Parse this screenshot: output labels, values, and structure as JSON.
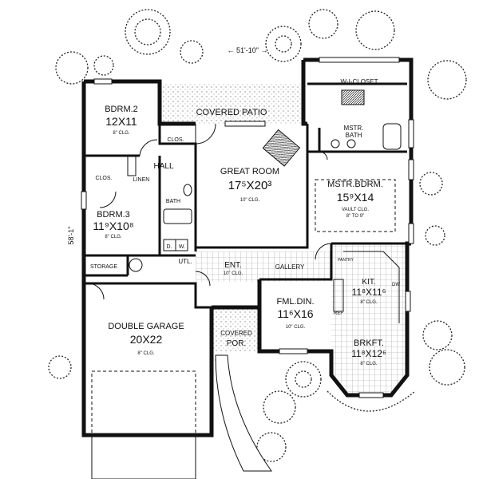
{
  "plan": {
    "overall_width": "← 51'-10\" →",
    "overall_depth": "58'-1\"",
    "rooms": {
      "bdrm2": {
        "name": "BDRM.2",
        "size": "12X11",
        "clg": "8\" CLG."
      },
      "bdrm3": {
        "name": "BDRM.3",
        "size": "11⁹X10⁸",
        "clg": "8\" CLG."
      },
      "covered_patio": {
        "name": "COVERED PATIO"
      },
      "great_room": {
        "name": "GREAT ROOM",
        "size": "17⁵X20³",
        "clg": "10\" CLG."
      },
      "wi_closet": {
        "name": "W-I-CLOSET"
      },
      "mstr_bath": {
        "name": "MSTR.",
        "name2": "BATH"
      },
      "mstr_bdrm": {
        "name": "MSTR.BDRM.",
        "size": "15⁹X14",
        "clg": "VAULT CLG.",
        "clg2": "8\" TO 9\""
      },
      "hall": {
        "name": "HALL"
      },
      "clos1": {
        "name": "CLOS."
      },
      "clos2": {
        "name": "CLOS."
      },
      "linen": {
        "name": "LINEN"
      },
      "bath": {
        "name": "BATH"
      },
      "storage": {
        "name": "STORAGE"
      },
      "utl": {
        "name": "UTL."
      },
      "dryer": {
        "name": "D."
      },
      "washer": {
        "name": "W."
      },
      "ent": {
        "name": "ENT.",
        "clg": "10\" CLG."
      },
      "gallery": {
        "name": "GALLERY"
      },
      "pantry": {
        "name": "PANTRY"
      },
      "kit": {
        "name": "KIT.",
        "size": "11⁸X11⁶",
        "clg": "8\" CLG."
      },
      "dw": {
        "name": "DW"
      },
      "ref": {
        "name": "REF"
      },
      "fml_din": {
        "name": "FML.DIN.",
        "size": "11⁶X16",
        "clg": "10\" CLG."
      },
      "brkft": {
        "name": "BRKFT.",
        "size": "11⁸X12⁶",
        "clg": "8\" CLG."
      },
      "garage": {
        "name": "DOUBLE GARAGE",
        "size": "20X22",
        "clg": "8\" CLG."
      },
      "covered_por": {
        "name": "COVERED",
        "name2": "POR."
      }
    }
  }
}
